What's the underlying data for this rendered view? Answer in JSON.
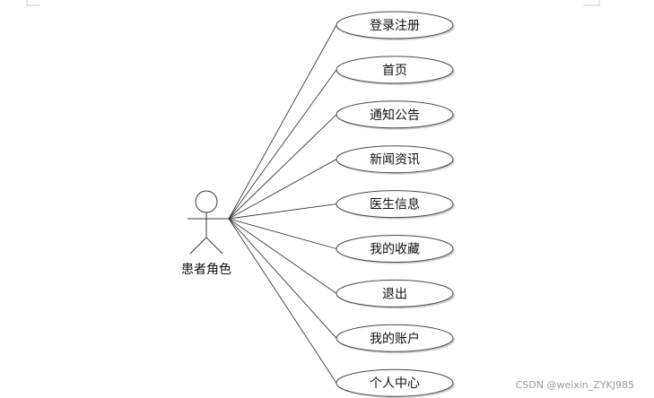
{
  "actor": {
    "label": "患者角色"
  },
  "use_cases": [
    {
      "id": "login-register",
      "label": "登录注册"
    },
    {
      "id": "home",
      "label": "首页"
    },
    {
      "id": "notice",
      "label": "通知公告"
    },
    {
      "id": "news",
      "label": "新闻资讯"
    },
    {
      "id": "doctor-info",
      "label": "医生信息"
    },
    {
      "id": "favorites",
      "label": "我的收藏"
    },
    {
      "id": "logout",
      "label": "退出"
    },
    {
      "id": "account",
      "label": "我的账户"
    },
    {
      "id": "personal-center",
      "label": "个人中心"
    }
  ],
  "watermark": "CSDN @weixin_ZYKJ985"
}
